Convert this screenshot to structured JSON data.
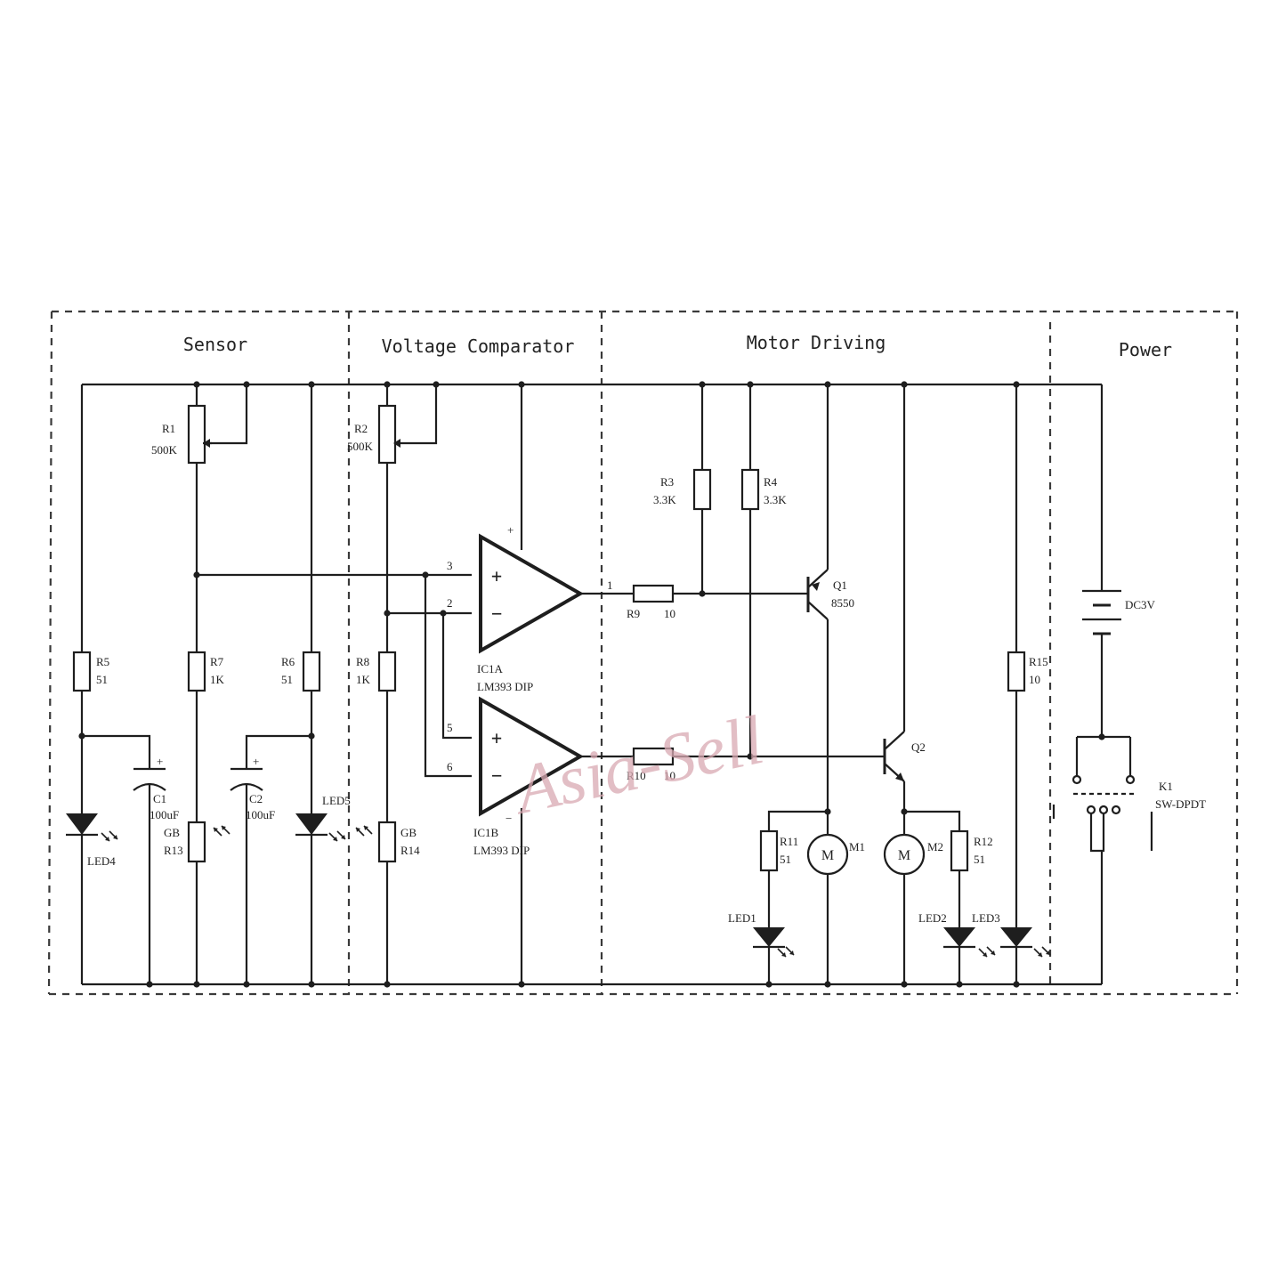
{
  "sections": {
    "sensor": "Sensor",
    "comparator": "Voltage Comparator",
    "motor": "Motor Driving",
    "power": "Power"
  },
  "watermark": "Asia-Sell",
  "components": {
    "r1": {
      "ref": "R1",
      "value": "500K"
    },
    "r2": {
      "ref": "R2",
      "value": "500K"
    },
    "r3": {
      "ref": "R3",
      "value": "3.3K"
    },
    "r4": {
      "ref": "R4",
      "value": "3.3K"
    },
    "r5": {
      "ref": "R5",
      "value": "51"
    },
    "r6": {
      "ref": "R6",
      "value": "51"
    },
    "r7": {
      "ref": "R7",
      "value": "1K"
    },
    "r8": {
      "ref": "R8",
      "value": "1K"
    },
    "r9": {
      "ref": "R9",
      "value": "10"
    },
    "r10": {
      "ref": "R10",
      "value": "10"
    },
    "r11": {
      "ref": "R11",
      "value": "51"
    },
    "r12": {
      "ref": "R12",
      "value": "51"
    },
    "r13": {
      "ref": "R13",
      "type": "GB"
    },
    "r14": {
      "ref": "R14",
      "type": "GB"
    },
    "r15": {
      "ref": "R15",
      "value": "10"
    },
    "c1": {
      "ref": "C1",
      "value": "100uF"
    },
    "c2": {
      "ref": "C2",
      "value": "100uF"
    },
    "ic1a": {
      "ref": "IC1A",
      "part": "LM393 DIP"
    },
    "ic1b": {
      "ref": "IC1B",
      "part": "LM393 DIP"
    },
    "q1": {
      "ref": "Q1",
      "part": "8550"
    },
    "q2": {
      "ref": "Q2"
    },
    "m1": {
      "ref": "M1",
      "symbol": "M"
    },
    "m2": {
      "ref": "M2",
      "symbol": "M"
    },
    "led1": {
      "ref": "LED1"
    },
    "led2": {
      "ref": "LED2"
    },
    "led3": {
      "ref": "LED3"
    },
    "led4": {
      "ref": "LED4"
    },
    "led5": {
      "ref": "LED5"
    },
    "battery": {
      "ref": "DC3V"
    },
    "k1": {
      "ref": "K1",
      "part": "SW-DPDT"
    }
  },
  "pins": {
    "ic1a_in_plus": "3",
    "ic1a_in_minus": "2",
    "ic1a_out": "1",
    "ic1b_in_plus": "5",
    "ic1b_in_minus": "6",
    "op_plus_sign": "+",
    "op_minus_sign": "−",
    "cap_plus": "+"
  }
}
